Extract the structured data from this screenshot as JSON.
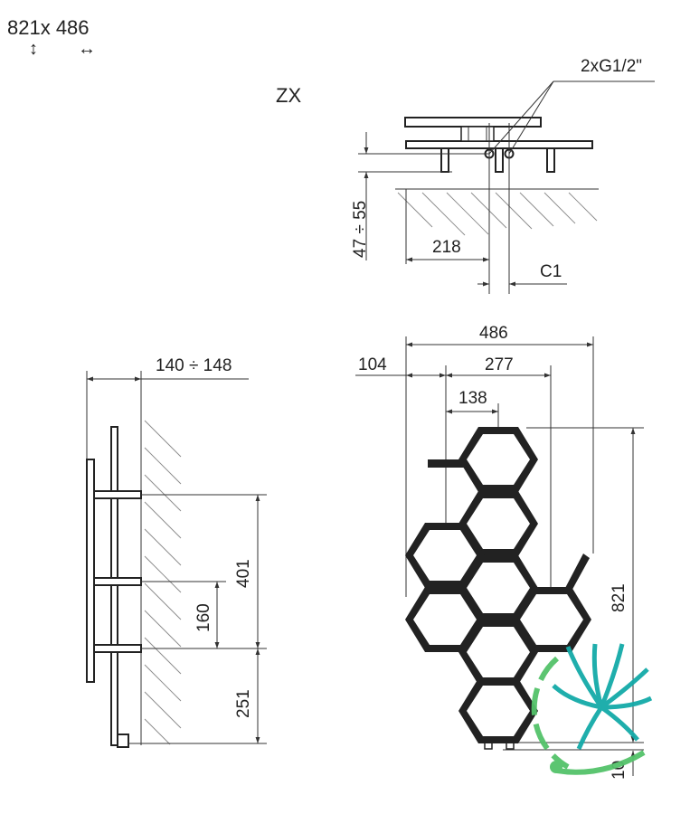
{
  "header": {
    "size_label": "821x 486",
    "height_symbol": "↕",
    "width_symbol": "↔"
  },
  "views": {
    "top_view_code": "ZX"
  },
  "dimensions": {
    "connection_label": "2xG1/2\"",
    "wall_distance_top": "47 ÷ 55",
    "offset_218": "218",
    "offset_c1": "C1",
    "wall_depth_side": "140 ÷ 148",
    "width_total": "486",
    "width_104": "104",
    "width_277": "277",
    "width_138": "138",
    "height_total": "821",
    "bracket_spacing_401": "401",
    "bracket_spacing_160": "160",
    "bottom_251": "251",
    "bottom_10": "10"
  },
  "colors": {
    "logo_teal": "#14aaa8",
    "logo_green": "#54c26a",
    "line": "#222222"
  },
  "logo": {
    "icon": "fan-arc-logo-icon"
  }
}
